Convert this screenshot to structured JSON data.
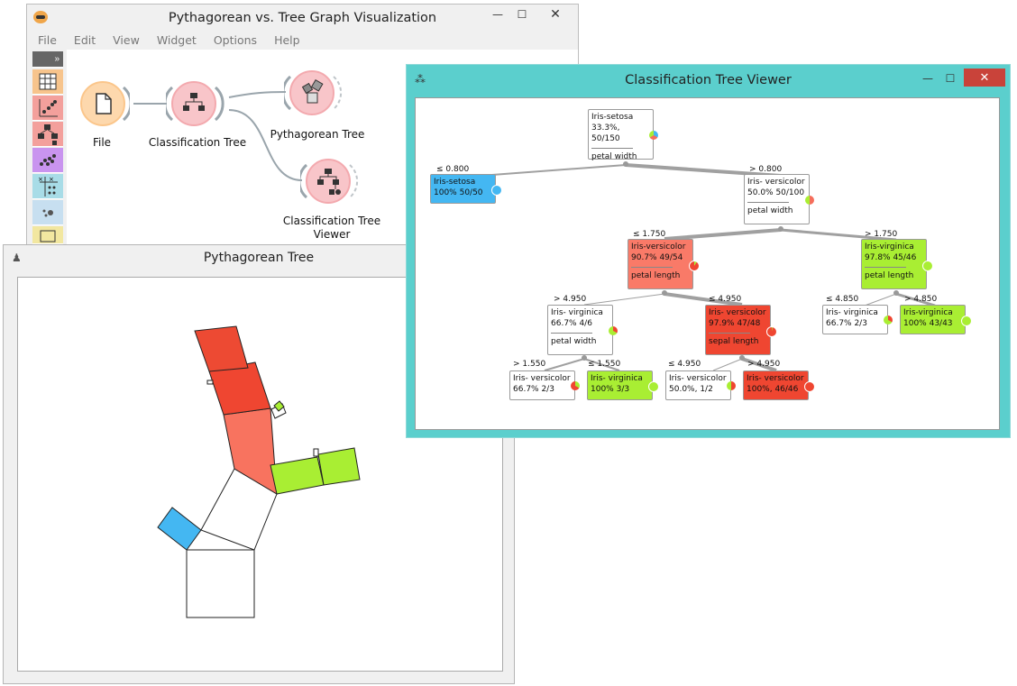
{
  "main_window": {
    "title": "Pythagorean vs. Tree Graph Visualization",
    "menu": [
      "File",
      "Edit",
      "View",
      "Widget",
      "Options",
      "Help"
    ],
    "widgets": {
      "file": "File",
      "classification_tree": "Classification Tree",
      "pythagorean_tree": "Pythagorean Tree",
      "classification_tree_viewer": "Classification Tree Viewer"
    }
  },
  "pythagorean_window": {
    "title": "Pythagorean Tree"
  },
  "viewer_window": {
    "title": "Classification Tree Viewer",
    "nodes": {
      "root": {
        "cls": "Iris-setosa",
        "stat": "33.3%, 50/150",
        "split": "petal width"
      },
      "n1": {
        "cls": "Iris-setosa",
        "stat": "100%  50/50"
      },
      "n2": {
        "cls": "Iris- versicolor",
        "stat": "50.0%  50/100",
        "split": "petal width"
      },
      "n3": {
        "cls": "Iris-versicolor",
        "stat": "90.7%  49/54",
        "split": "petal length"
      },
      "n4": {
        "cls": "Iris-virginica",
        "stat": "97.8%  45/46",
        "split": "petal length"
      },
      "n5": {
        "cls": "Iris- virginica",
        "stat": "66.7%  4/6",
        "split": "petal width"
      },
      "n6": {
        "cls": "Iris- versicolor",
        "stat": "97.9%  47/48",
        "split": "sepal length"
      },
      "n7": {
        "cls": "Iris- virginica",
        "stat": "66.7%  2/3"
      },
      "n8": {
        "cls": "Iris-virginica",
        "stat": "100%  43/43"
      },
      "n9": {
        "cls": "Iris- versicolor",
        "stat": "66.7%  2/3"
      },
      "n10": {
        "cls": "Iris- virginica",
        "stat": "100%  3/3"
      },
      "n11": {
        "cls": "Iris- versicolor",
        "stat": "50.0%, 1/2"
      },
      "n12": {
        "cls": "Iris- versicolor",
        "stat": "100%, 46/46"
      }
    },
    "edges": {
      "e1": "≤ 0.800",
      "e2": "> 0.800",
      "e3": "≤ 1.750",
      "e4": "> 1.750",
      "e5": "> 4.950",
      "e6": "≤ 4.950",
      "e7": "≤ 4.850",
      "e8": "> 4.850",
      "e9": "> 1.550",
      "e10": "≤ 1.550",
      "e11": "≤ 4.950",
      "e12": "> 4.950"
    }
  },
  "colors": {
    "setosa": "#44b7f2",
    "versicolor": "#f56e5c",
    "versicolor_strong": "#ef4631",
    "virginica": "#a9ee33",
    "viewer_frame": "#5bcfcd",
    "close_red": "#c9433a"
  }
}
